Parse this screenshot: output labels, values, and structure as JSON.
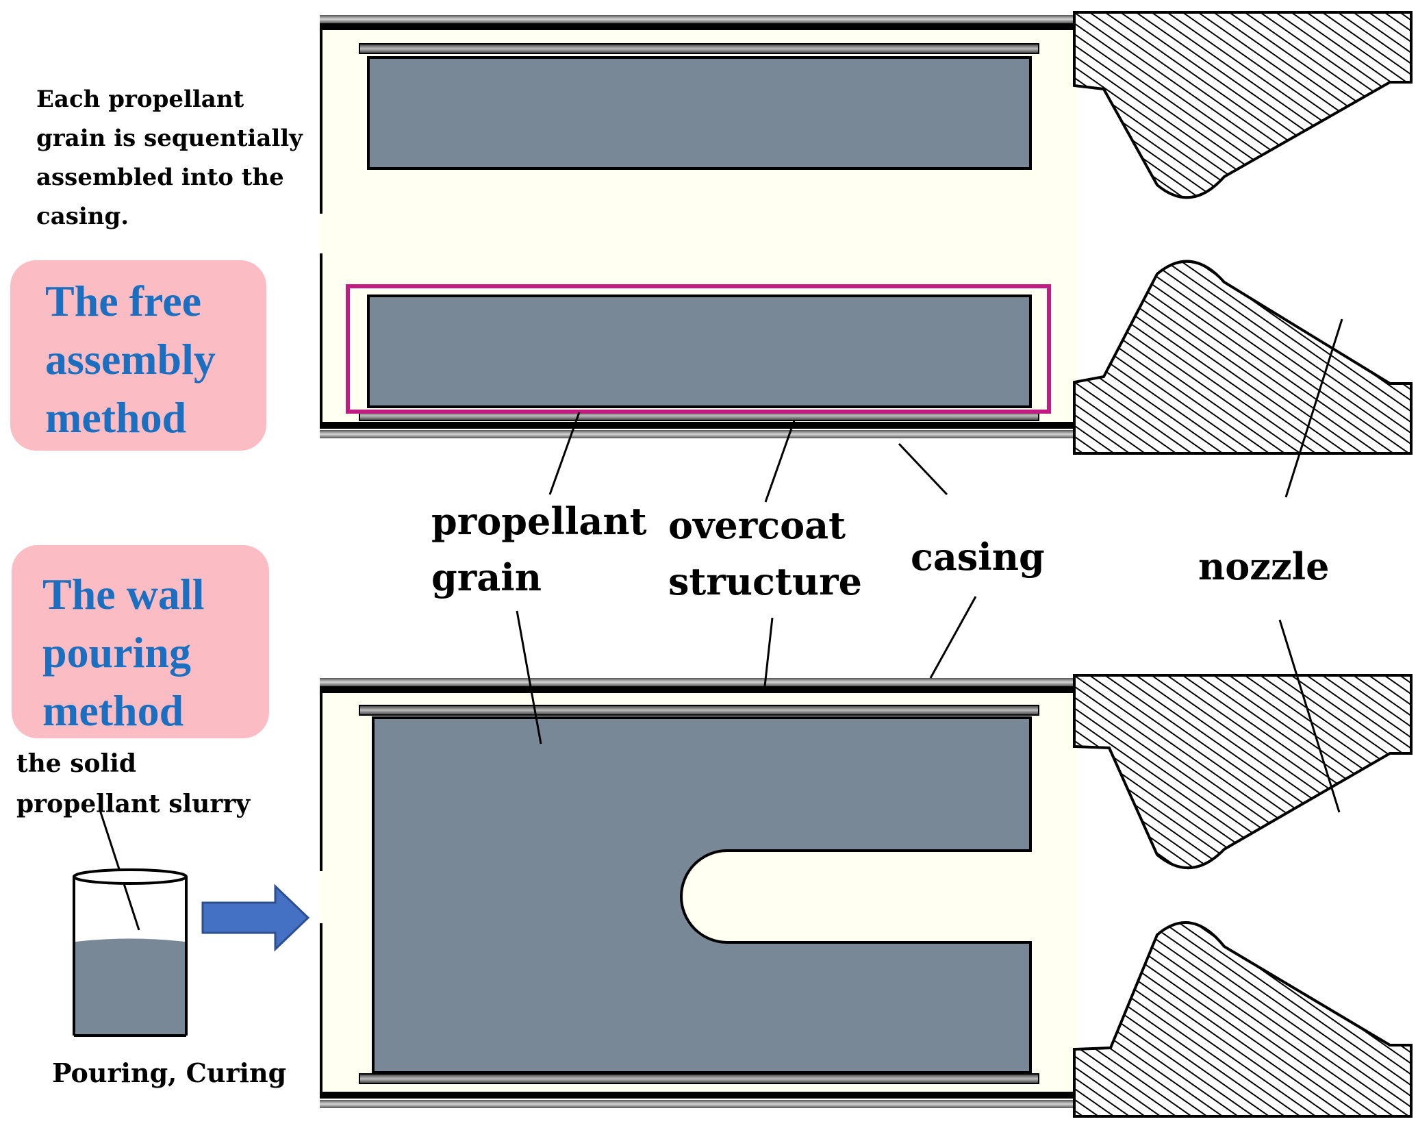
{
  "top_note": [
    "Each propellant",
    "grain is sequentially",
    "assembled into the",
    "casing."
  ],
  "method_free": [
    "The free",
    "assembly",
    "method"
  ],
  "method_wall": [
    "The wall",
    "pouring",
    "method"
  ],
  "labels": {
    "propellant_grain": [
      "propellant",
      "grain"
    ],
    "overcoat_structure": [
      "overcoat",
      "structure"
    ],
    "casing": "casing",
    "nozzle": "nozzle"
  },
  "slurry_label": [
    "the solid",
    "propellant slurry"
  ],
  "pouring_label": "Pouring, Curing",
  "colors": {
    "grain": "#788897",
    "chamber": "#fffff2",
    "method_box": "#fbbcc4",
    "method_text": "#1a6fc0",
    "highlight": "#c21b82",
    "arrow": "#4571c4"
  }
}
